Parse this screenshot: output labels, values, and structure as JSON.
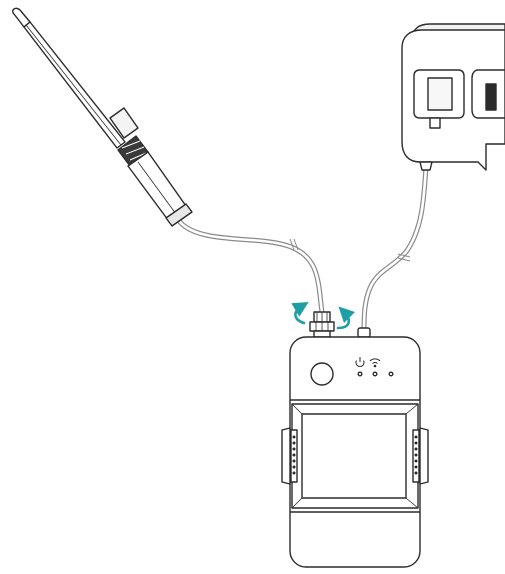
{
  "diagram": {
    "components": {
      "antenna": "antenna",
      "ct_clamp": "current-transformer-clamp",
      "device": "power-meter-device"
    },
    "icons": {
      "power_indicator": "power-icon",
      "wifi_indicator": "wifi-icon",
      "rotate_clockwise": "rotate-arrow-icon",
      "rotate_counterclockwise": "rotate-arrow-icon"
    },
    "colors": {
      "outline": "#2b2b2b",
      "rotation_arrows": "#1f9ea6",
      "cable": "#c8c8c8"
    }
  }
}
